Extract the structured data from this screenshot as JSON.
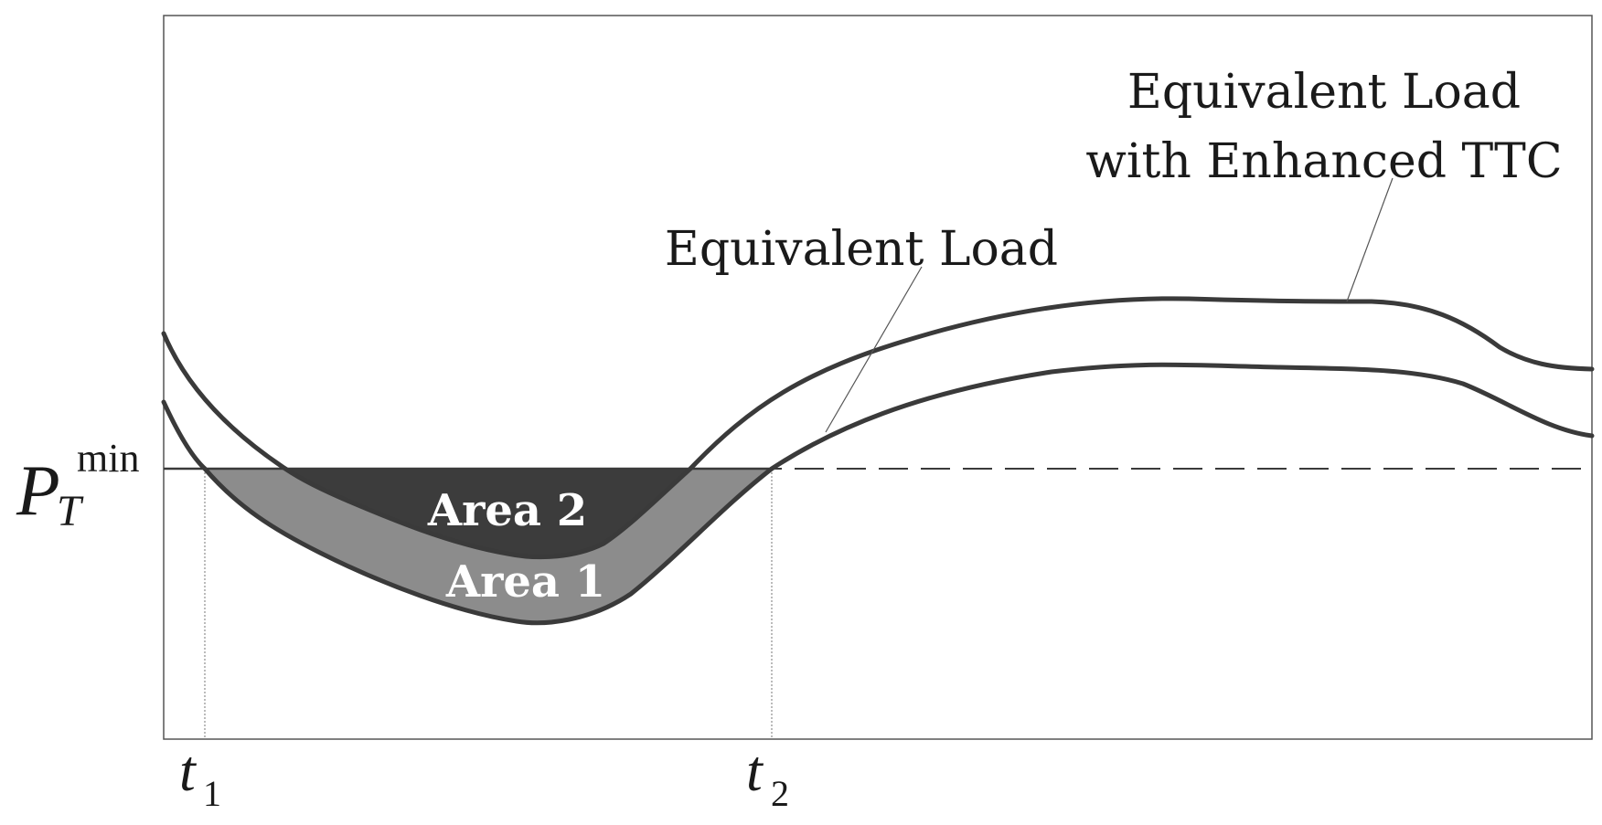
{
  "curves": {
    "equivalent_load": "Equivalent Load",
    "enhanced_line1": "Equivalent Load",
    "enhanced_line2": "with Enhanced TTC"
  },
  "areas": {
    "area1": "Area 1",
    "area2": "Area 2"
  },
  "threshold": {
    "symbol": "P",
    "subscript": "T",
    "superscript": "min"
  },
  "time_marks": [
    {
      "symbol": "t",
      "subscript": "1"
    },
    {
      "symbol": "t",
      "subscript": "2"
    }
  ],
  "colors": {
    "line": "#3a3a3a",
    "area1_fill": "#8c8c8c",
    "area2_fill": "#3c3c3c",
    "frame": "#555555"
  }
}
